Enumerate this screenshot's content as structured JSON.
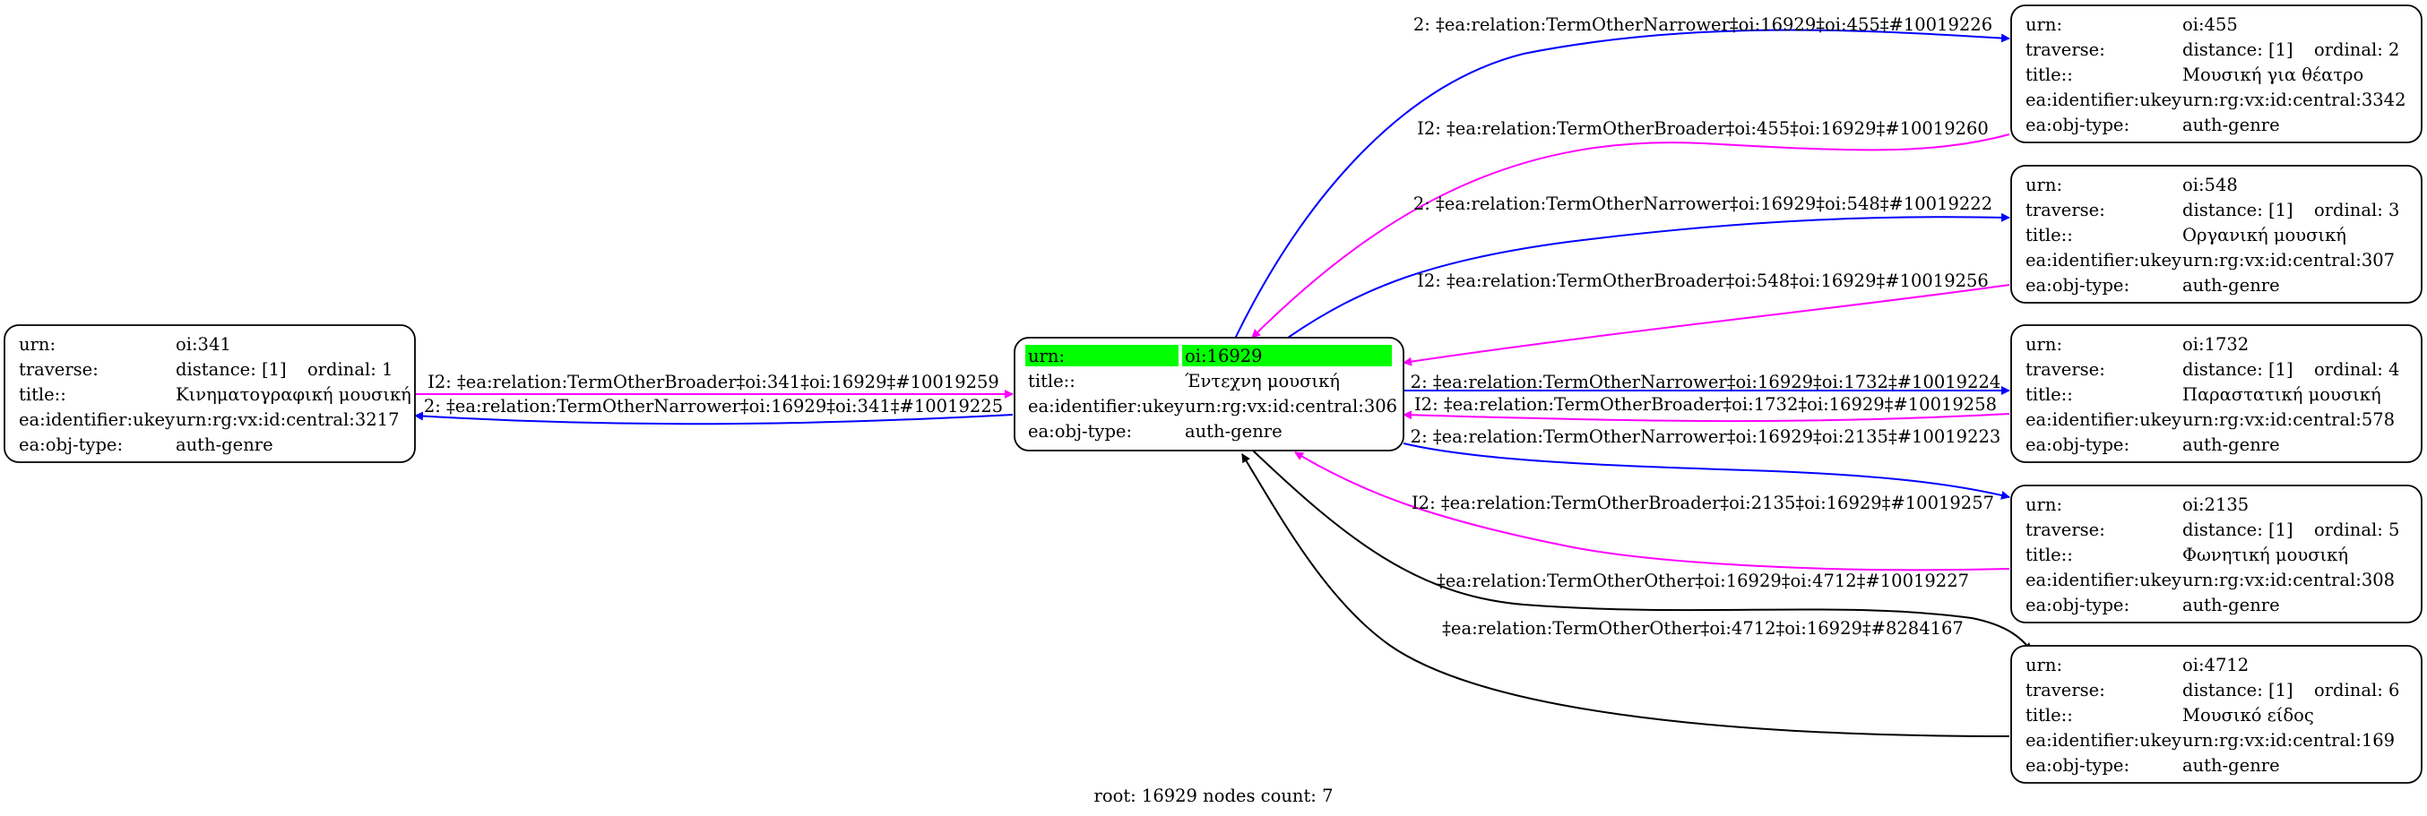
{
  "colors": {
    "narrower": "#0000ff",
    "broader": "#ff00ff",
    "other": "#000000",
    "root_highlight": "#00ff00"
  },
  "field_labels": {
    "urn": "urn:",
    "traverse": "traverse:",
    "title": "title::",
    "ukey": "ea:identifier:ukey",
    "objtype": "ea:obj-type:"
  },
  "root": {
    "urn": "oi:16929",
    "title": "Έντεχνη μουσική",
    "ukey": "urn:rg:vx:id:central:306",
    "objtype": "auth-genre"
  },
  "nodes": [
    {
      "id": "n341",
      "urn": "oi:341",
      "distance": "distance: [1]",
      "ordinal": "ordinal: 1",
      "title": "Κινηματογραφική μουσική",
      "ukey": "urn:rg:vx:id:central:3217",
      "objtype": "auth-genre"
    },
    {
      "id": "n455",
      "urn": "oi:455",
      "distance": "distance: [1]",
      "ordinal": "ordinal: 2",
      "title": "Μουσική για θέατρο",
      "ukey": "urn:rg:vx:id:central:3342",
      "objtype": "auth-genre"
    },
    {
      "id": "n548",
      "urn": "oi:548",
      "distance": "distance: [1]",
      "ordinal": "ordinal: 3",
      "title": "Οργανική μουσική",
      "ukey": "urn:rg:vx:id:central:307",
      "objtype": "auth-genre"
    },
    {
      "id": "n1732",
      "urn": "oi:1732",
      "distance": "distance: [1]",
      "ordinal": "ordinal: 4",
      "title": "Παραστατική μουσική",
      "ukey": "urn:rg:vx:id:central:578",
      "objtype": "auth-genre"
    },
    {
      "id": "n2135",
      "urn": "oi:2135",
      "distance": "distance: [1]",
      "ordinal": "ordinal: 5",
      "title": "Φωνητική μουσική",
      "ukey": "urn:rg:vx:id:central:308",
      "objtype": "auth-genre"
    },
    {
      "id": "n4712",
      "urn": "oi:4712",
      "distance": "distance: [1]",
      "ordinal": "ordinal: 6",
      "title": "Μουσικό είδος",
      "ukey": "urn:rg:vx:id:central:169",
      "objtype": "auth-genre"
    }
  ],
  "edges": [
    {
      "kind": "broader",
      "label": "I2: ‡ea:relation:TermOtherBroader‡oi:341‡oi:16929‡#10019259"
    },
    {
      "kind": "narrower",
      "label": "2: ‡ea:relation:TermOtherNarrower‡oi:16929‡oi:341‡#10019225"
    },
    {
      "kind": "narrower",
      "label": "2: ‡ea:relation:TermOtherNarrower‡oi:16929‡oi:455‡#10019226"
    },
    {
      "kind": "broader",
      "label": "I2: ‡ea:relation:TermOtherBroader‡oi:455‡oi:16929‡#10019260"
    },
    {
      "kind": "narrower",
      "label": "2: ‡ea:relation:TermOtherNarrower‡oi:16929‡oi:548‡#10019222"
    },
    {
      "kind": "broader",
      "label": "I2: ‡ea:relation:TermOtherBroader‡oi:548‡oi:16929‡#10019256"
    },
    {
      "kind": "narrower",
      "label": "2: ‡ea:relation:TermOtherNarrower‡oi:16929‡oi:1732‡#10019224"
    },
    {
      "kind": "broader",
      "label": "I2: ‡ea:relation:TermOtherBroader‡oi:1732‡oi:16929‡#10019258"
    },
    {
      "kind": "narrower",
      "label": "2: ‡ea:relation:TermOtherNarrower‡oi:16929‡oi:2135‡#10019223"
    },
    {
      "kind": "broader",
      "label": "I2: ‡ea:relation:TermOtherBroader‡oi:2135‡oi:16929‡#10019257"
    },
    {
      "kind": "other",
      "label": "‡ea:relation:TermOtherOther‡oi:16929‡oi:4712‡#10019227"
    },
    {
      "kind": "other",
      "label": "‡ea:relation:TermOtherOther‡oi:4712‡oi:16929‡#8284167"
    }
  ],
  "caption": "root: 16929 nodes count: 7"
}
